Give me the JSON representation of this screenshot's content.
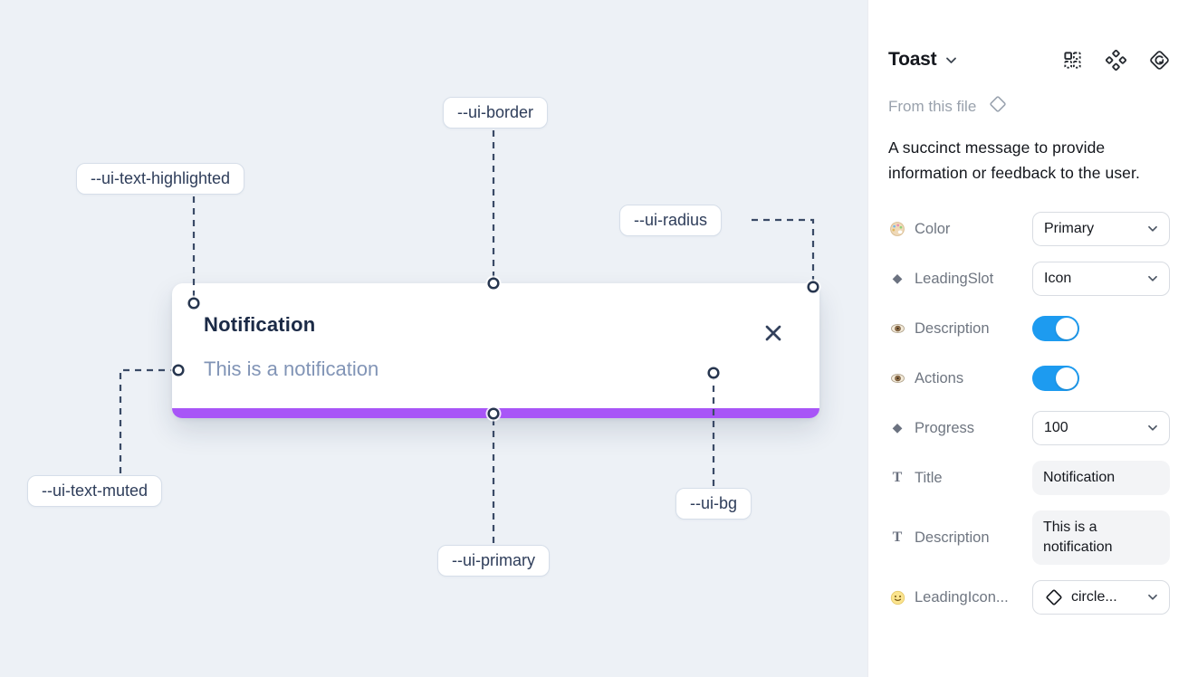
{
  "canvas": {
    "toast": {
      "title": "Notification",
      "description": "This is a notification"
    },
    "labels": {
      "border": "--ui-border",
      "text_highlighted": "--ui-text-highlighted",
      "radius": "--ui-radius",
      "text_muted": "--ui-text-muted",
      "primary": "--ui-primary",
      "bg": "--ui-bg"
    },
    "colors": {
      "canvas_bg": "#edf1f6",
      "primary_bar": "#a855f7",
      "connector": "#3a4a66"
    }
  },
  "panel": {
    "header": {
      "title": "Toast",
      "icons": [
        "swap-instance-icon",
        "component-icon",
        "return-to-instance-icon"
      ]
    },
    "source": {
      "label": "From this file",
      "icon": "diamond-outline-icon"
    },
    "description": "A succinct message to provide information or feedback to the user.",
    "glyphs": {
      "text_icon": "T",
      "diamond_icon": "◆"
    },
    "colors": {
      "toggle_on": "#1d9bf0"
    },
    "properties": [
      {
        "icon": "palette-icon",
        "label": "Color",
        "control": "select",
        "value": "Primary"
      },
      {
        "icon": "diamond-icon",
        "label": "LeadingSlot",
        "control": "select",
        "value": "Icon"
      },
      {
        "icon": "eye-icon",
        "label": "Description",
        "control": "toggle",
        "on": true
      },
      {
        "icon": "eye-icon",
        "label": "Actions",
        "control": "toggle",
        "on": true
      },
      {
        "icon": "diamond-icon",
        "label": "Progress",
        "control": "select",
        "value": "100"
      },
      {
        "icon": "text-icon",
        "label": "Title",
        "control": "text",
        "value": "Notification"
      },
      {
        "icon": "text-icon",
        "label": "Description",
        "control": "text",
        "value": "This is a notification"
      },
      {
        "icon": "smiley-icon",
        "label": "LeadingIcon...",
        "control": "select",
        "value": "circle...",
        "value_icon": "diamond-outline-icon"
      }
    ]
  }
}
